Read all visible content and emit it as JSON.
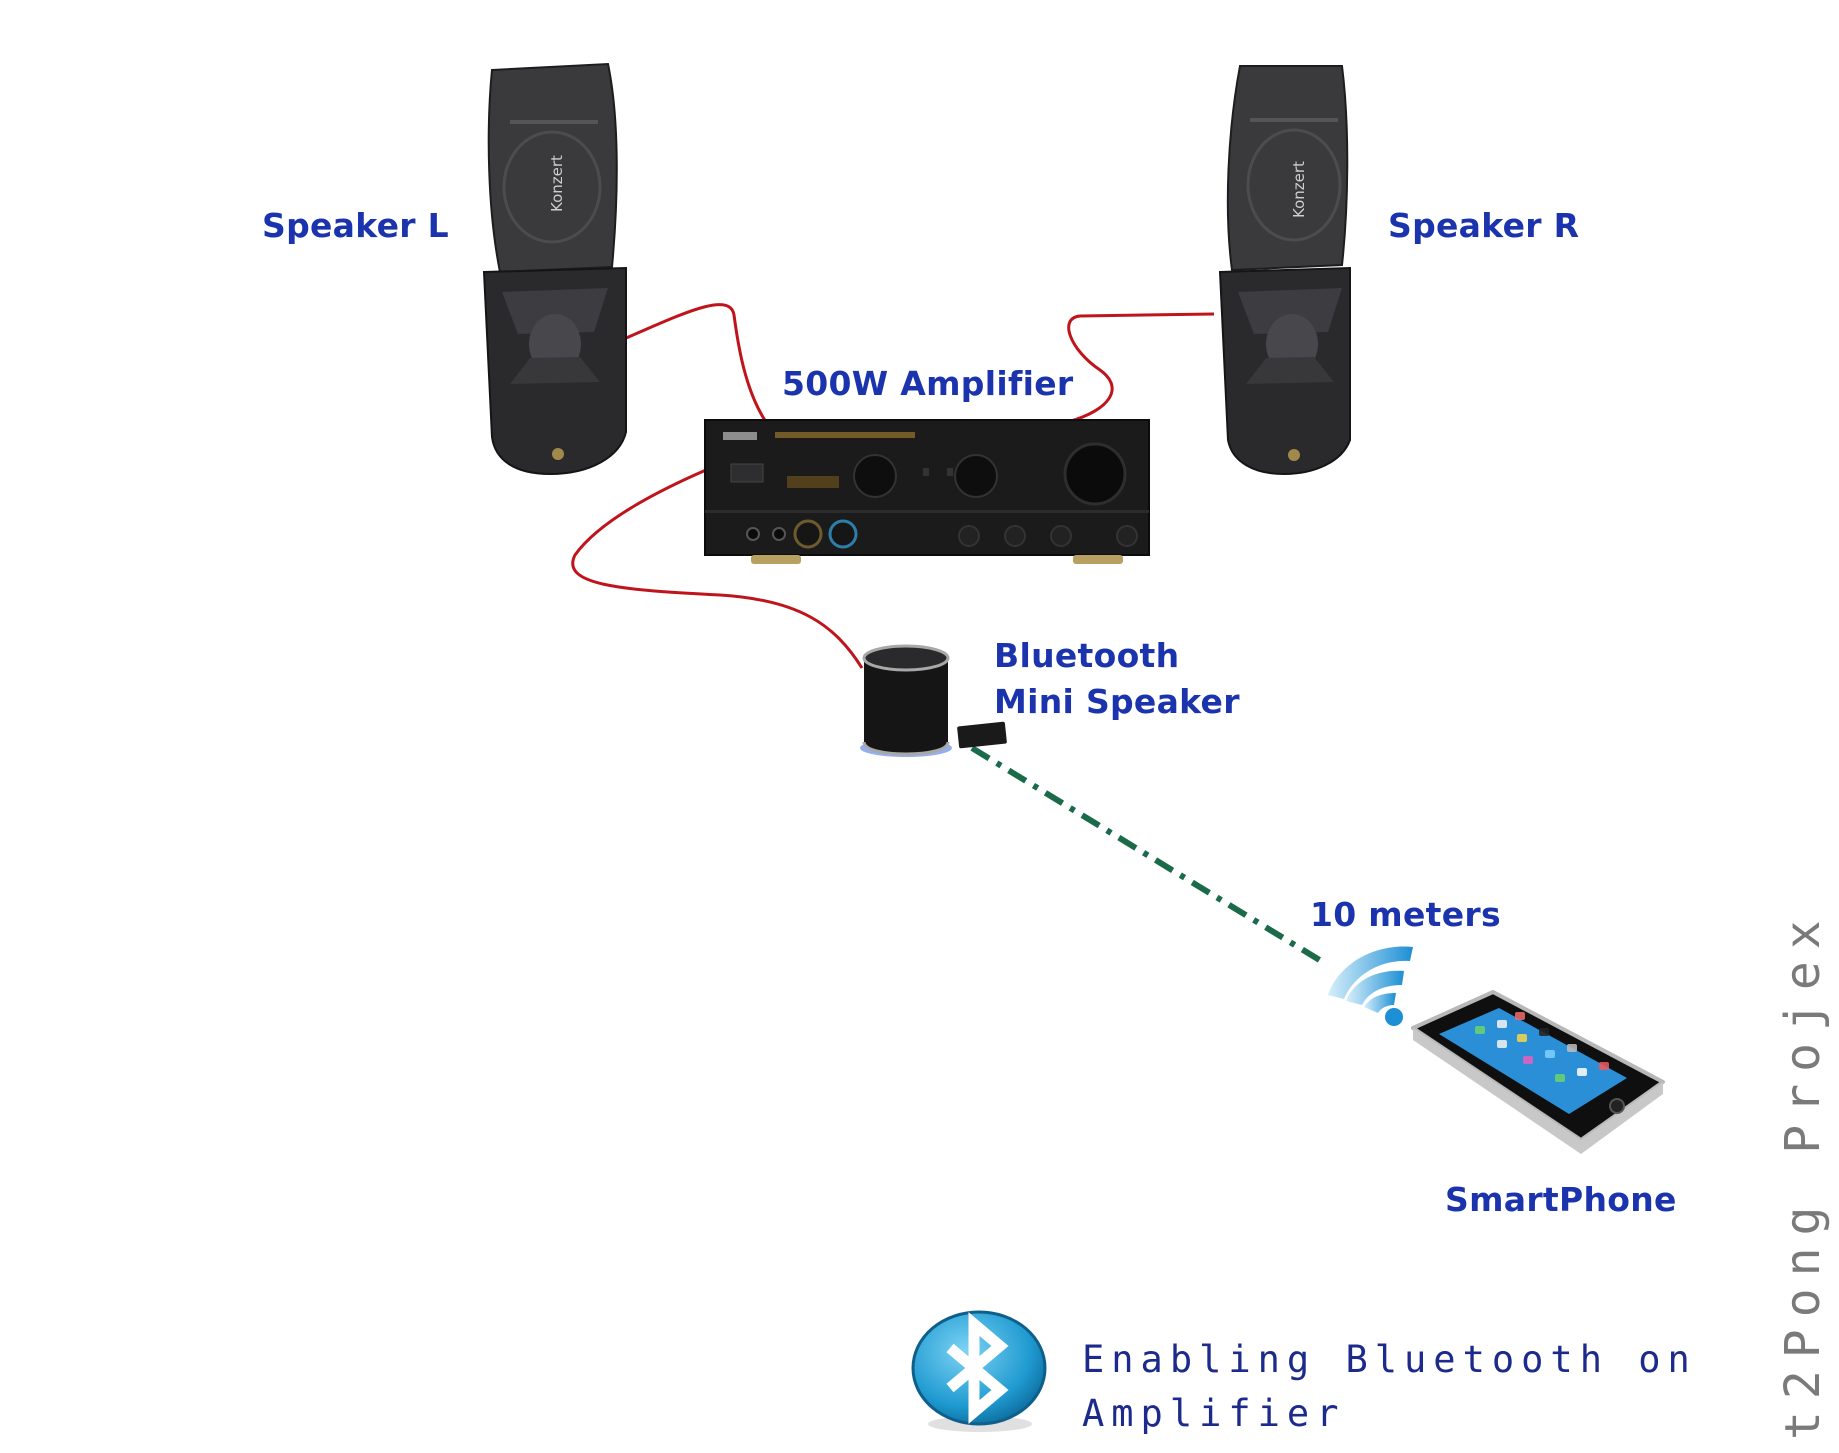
{
  "diagram": {
    "title_lines": [
      "Enabling Bluetooth on",
      "Amplifier"
    ],
    "watermark": "t2Pong Projex",
    "colors": {
      "label": "#1b34ad",
      "wire": "#c0141c",
      "wireless_link": "#1b6b4a",
      "bluetooth_badge": "#1f9ad0",
      "caption": "#1c2a8c"
    },
    "components": {
      "speaker_left": {
        "label": "Speaker L",
        "brand": "Konzert",
        "icon": "speaker-cabinet-icon"
      },
      "speaker_right": {
        "label": "Speaker R",
        "brand": "Konzert",
        "icon": "speaker-cabinet-icon"
      },
      "amplifier": {
        "label": "500W Amplifier",
        "icon": "amplifier-icon"
      },
      "mini_speaker": {
        "label_lines": [
          "Bluetooth",
          "Mini Speaker"
        ],
        "icon": "bluetooth-mini-speaker-icon"
      },
      "smartphone": {
        "label": "SmartPhone",
        "icon": "smartphone-icon"
      },
      "wifi": {
        "icon": "wireless-signal-icon"
      },
      "bluetooth_logo": {
        "icon": "bluetooth-icon"
      }
    },
    "range": {
      "label": "10 meters"
    },
    "connections": [
      {
        "from": "Speaker L",
        "to": "500W Amplifier",
        "type": "wired"
      },
      {
        "from": "Speaker R",
        "to": "500W Amplifier",
        "type": "wired"
      },
      {
        "from": "500W Amplifier",
        "to": "Bluetooth Mini Speaker",
        "type": "wired"
      },
      {
        "from": "Bluetooth Mini Speaker",
        "to": "SmartPhone",
        "type": "wireless",
        "label": "10 meters"
      }
    ]
  }
}
